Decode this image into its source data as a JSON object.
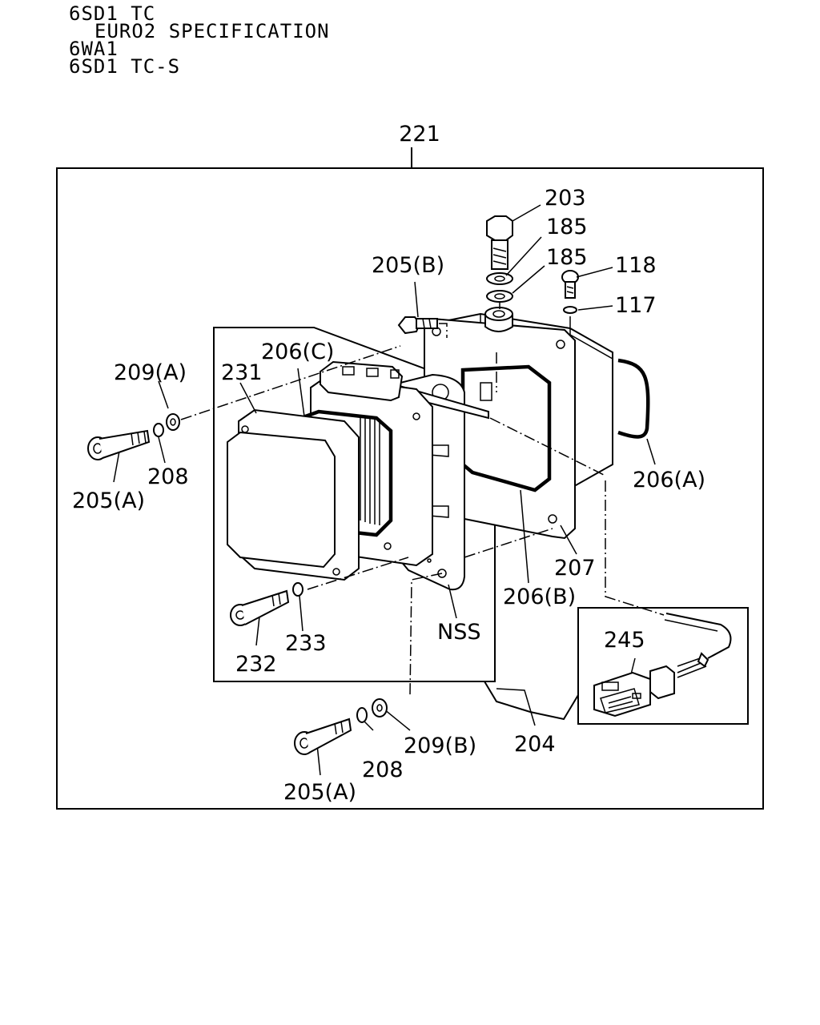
{
  "header": {
    "lines": [
      "6SD1 TC",
      "EURO2 SPECIFICATION",
      "6WA1",
      "6SD1 TC-S"
    ]
  },
  "assembly_label": "221",
  "callouts": {
    "c203": "203",
    "c185a": "185",
    "c185b": "185",
    "c118": "118",
    "c117": "117",
    "c205b": "205(B)",
    "c206c": "206(C)",
    "c209a": "209(A)",
    "c231": "231",
    "c208a": "208",
    "c205a1": "205(A)",
    "c206a": "206(A)",
    "c207": "207",
    "c206b": "206(B)",
    "nss": "NSS",
    "c232": "232",
    "c233": "233",
    "c245": "245",
    "c204": "204",
    "c209b": "209(B)",
    "c208b": "208",
    "c205a2": "205(A)"
  }
}
